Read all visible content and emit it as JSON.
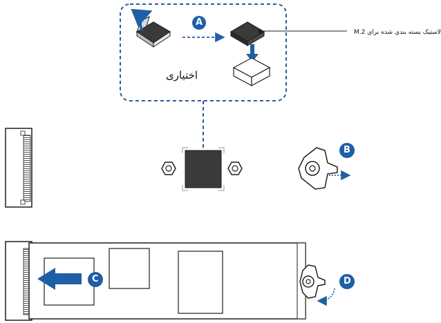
{
  "callout": {
    "label": "لاستیک بسته بندی شده برای M.2"
  },
  "optional_label": "اختیاری",
  "steps": {
    "a": "A",
    "b": "B",
    "c": "C",
    "d": "D"
  },
  "colors": {
    "accent": "#1f5fa5",
    "line": "#1e1e1e",
    "pad": "#3a3a3a",
    "dash": "#2a5d96"
  }
}
